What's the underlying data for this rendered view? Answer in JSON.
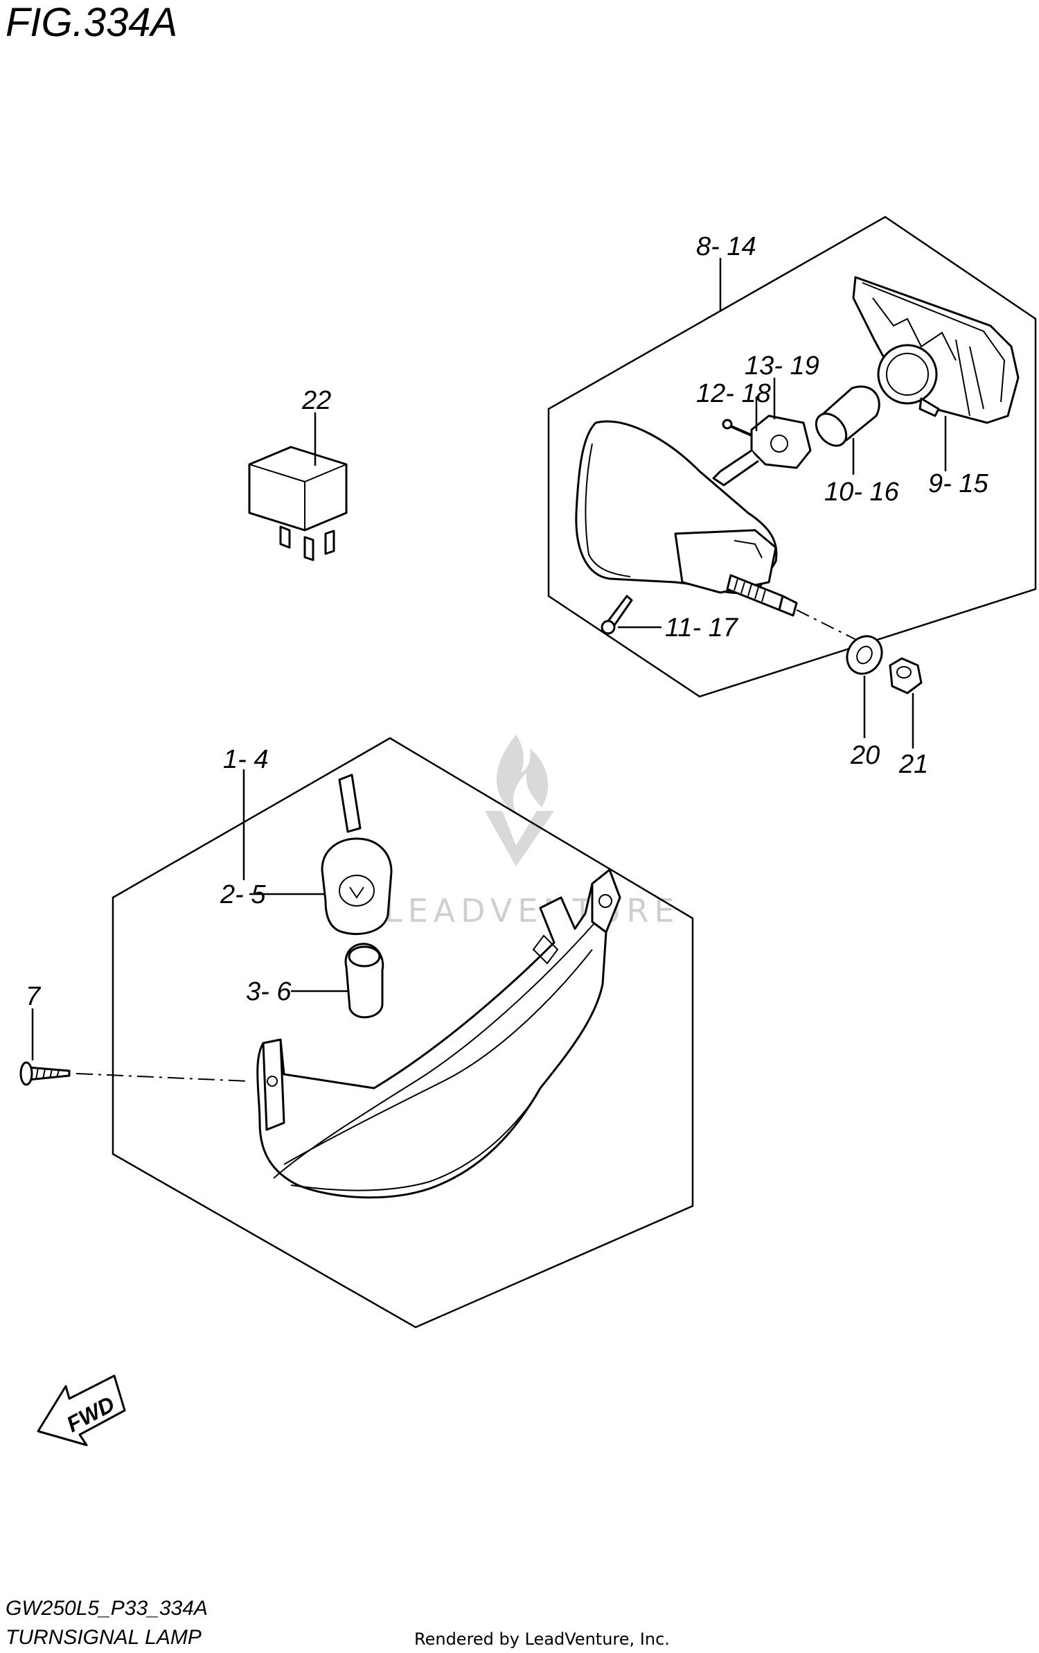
{
  "figure": {
    "title": "FIG.334A",
    "model_code": "GW250L5_P33_334A",
    "name": "TURNSIGNAL LAMP"
  },
  "callouts": {
    "c8_14": "8- 14",
    "c13_19": "13- 19",
    "c12_18": "12- 18",
    "c10_16": "10- 16",
    "c9_15": "9- 15",
    "c11_17": "11- 17",
    "c20": "20",
    "c21": "21",
    "c22": "22",
    "c1_4": "1- 4",
    "c2_5": "2- 5",
    "c3_6": "3- 6",
    "c7": "7"
  },
  "direction_arrow": "FWD",
  "watermark": "LEADVENTURE",
  "credit": "Rendered by LeadVenture, Inc."
}
